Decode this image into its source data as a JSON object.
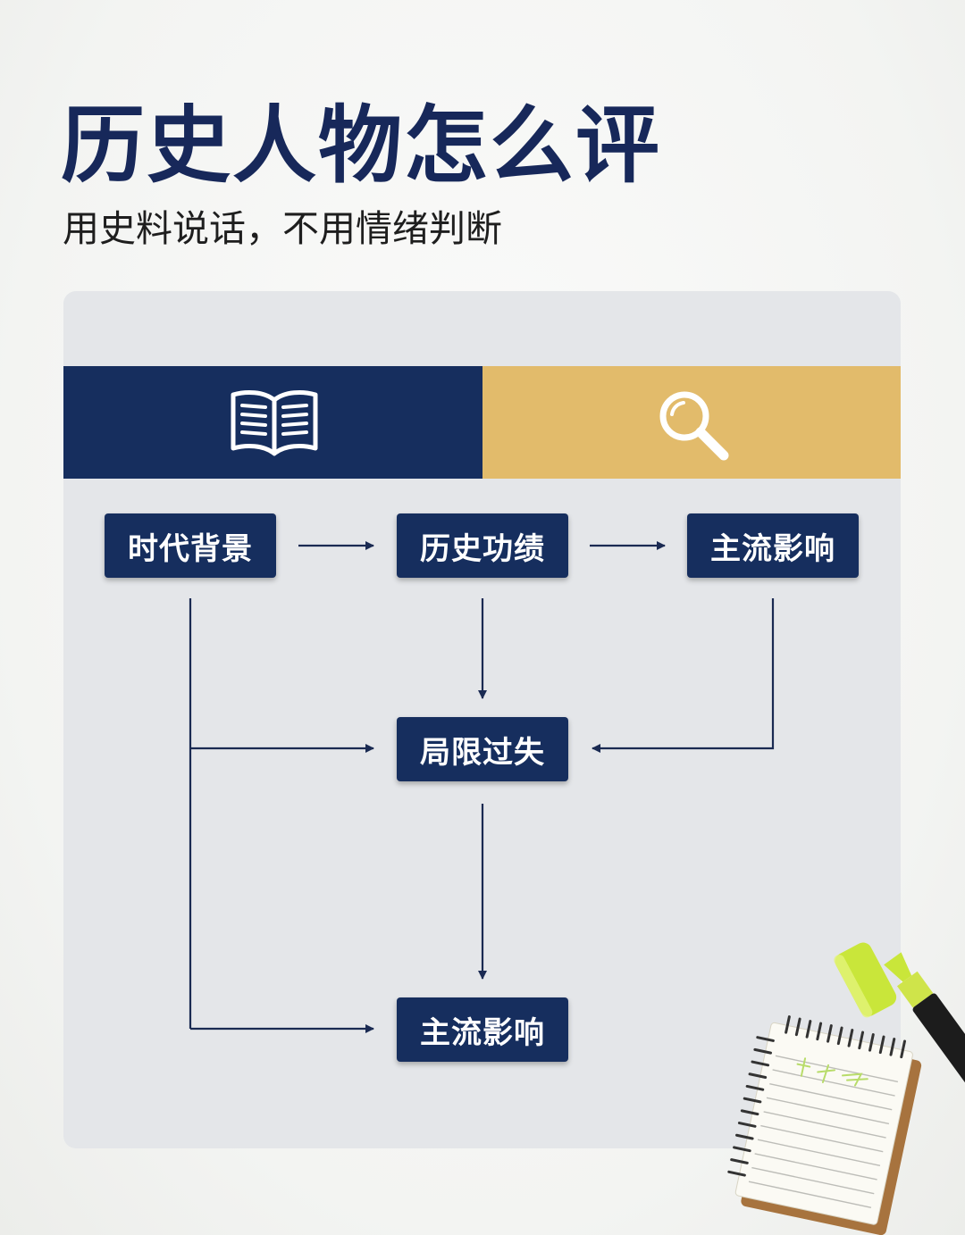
{
  "header": {
    "title": "历史人物怎么评",
    "subtitle": "用史料说话，不用情绪判断"
  },
  "band": {
    "left_icon": "open-book-icon",
    "right_icon": "magnifier-icon",
    "left_color": "#162e5e",
    "right_color": "#e2bb6b"
  },
  "nodes": {
    "era_background": "时代背景",
    "achievements": "历史功绩",
    "influence_top": "主流影响",
    "limitations": "局限过失",
    "influence_bottom": "主流影响"
  },
  "colors": {
    "title": "#17285a",
    "node": "#162e5e",
    "panel": "#e4e6e9"
  }
}
